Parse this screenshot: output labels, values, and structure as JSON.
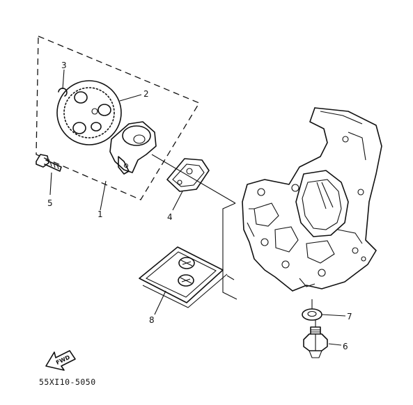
{
  "diagram": {
    "part_code": "55XI10-5050",
    "fwd_label": "FWD",
    "callouts": [
      {
        "id": "1",
        "part": "oil-pump-assembly"
      },
      {
        "id": "2",
        "part": "driven-gear"
      },
      {
        "id": "3",
        "part": "circlip"
      },
      {
        "id": "4",
        "part": "gasket"
      },
      {
        "id": "5",
        "part": "bolt"
      },
      {
        "id": "6",
        "part": "drain-plug"
      },
      {
        "id": "7",
        "part": "washer"
      },
      {
        "id": "8",
        "part": "oil-strainer"
      }
    ],
    "colors": {
      "line": "#111111",
      "background": "#ffffff"
    }
  }
}
